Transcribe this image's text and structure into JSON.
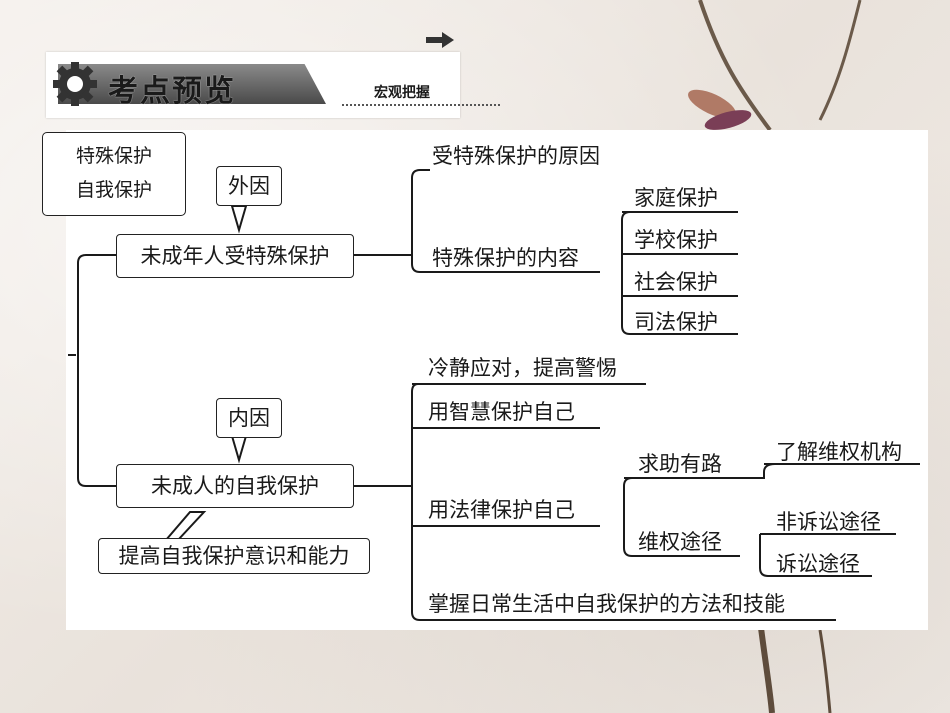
{
  "header": {
    "title": "考点预览",
    "subtitle": "宏观把握"
  },
  "topic": {
    "line1": "特殊保护",
    "line2": "自我保护"
  },
  "branch_outer": {
    "cause_label": "外因",
    "node": "未成年人受特殊保护",
    "reason": "受特殊保护的原因",
    "content": "特殊保护的内容",
    "kinds": [
      "家庭保护",
      "学校保护",
      "社会保护",
      "司法保护"
    ]
  },
  "branch_inner": {
    "cause_label": "内因",
    "node": "未成人的自我保护",
    "goal": "提高自我保护意识和能力",
    "calm": "冷静应对，提高警惕",
    "wisdom": "用智慧保护自己",
    "law": "用法律保护自己",
    "help": "求助有路",
    "help_detail": "了解维权机构",
    "rights": "维权途径",
    "non_litigation": "非诉讼途径",
    "litigation": "诉讼途径",
    "master": "掌握日常生活中自我保护的方法和技能"
  }
}
